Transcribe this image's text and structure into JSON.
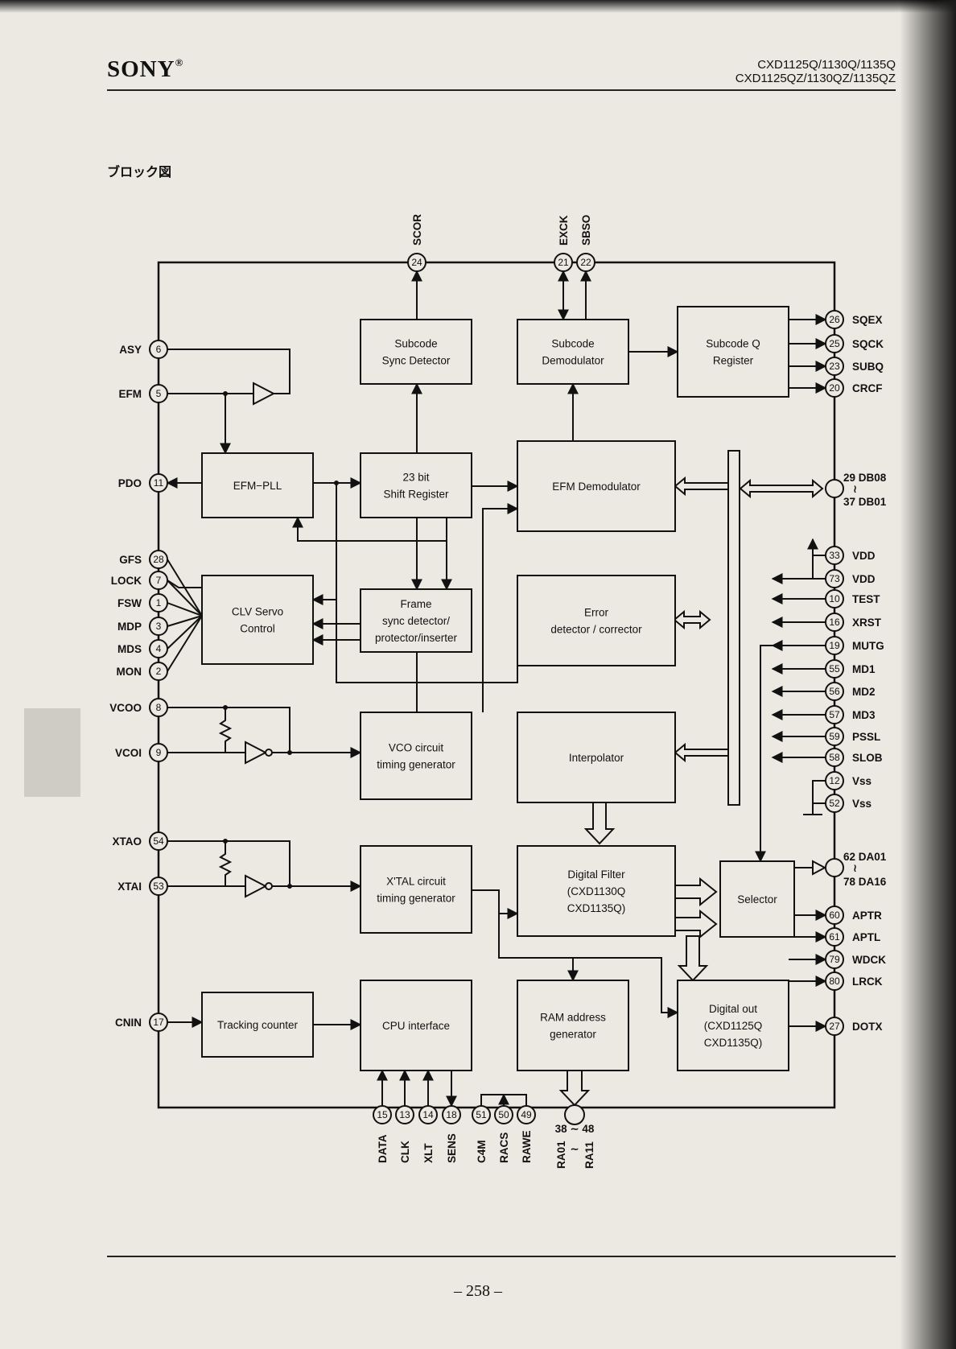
{
  "header": {
    "brand": "SONY",
    "part_line1": "CXD1125Q/1130Q/1135Q",
    "part_line2": "CXD1125QZ/1130QZ/1135QZ"
  },
  "section_title": "ブロック図",
  "blocks": {
    "subcode_sync": [
      "Subcode",
      "Sync Detector"
    ],
    "subcode_demod": [
      "Subcode",
      "Demodulator"
    ],
    "subcode_q": [
      "Subcode Q",
      "Register"
    ],
    "efm_pll": [
      "EFM−PLL"
    ],
    "shift_reg": [
      "23 bit",
      "Shift Register"
    ],
    "efm_demod": [
      "EFM Demodulator"
    ],
    "clv_servo": [
      "CLV Servo",
      "Control"
    ],
    "frame_sync": [
      "Frame",
      "sync detector/",
      "protector/inserter"
    ],
    "error_det": [
      "Error",
      "detector / corrector"
    ],
    "vco_circuit": [
      "VCO circuit",
      "timing generator"
    ],
    "interpolator": [
      "Interpolator"
    ],
    "xtal_circuit": [
      "X'TAL circuit",
      "timing generator"
    ],
    "digital_filter": [
      "Digital Filter",
      "(CXD1130Q",
      "CXD1135Q)"
    ],
    "selector": [
      "Selector"
    ],
    "tracking": [
      "Tracking counter"
    ],
    "cpu_if": [
      "CPU interface"
    ],
    "ram_addr": [
      "RAM address",
      "generator"
    ],
    "digital_out": [
      "Digital out",
      "(CXD1125Q",
      "CXD1135Q)"
    ]
  },
  "pins_left": [
    {
      "name": "ASY",
      "num": "6"
    },
    {
      "name": "EFM",
      "num": "5"
    },
    {
      "name": "PDO",
      "num": "11"
    },
    {
      "name": "GFS",
      "num": "28"
    },
    {
      "name": "LOCK",
      "num": "7"
    },
    {
      "name": "FSW",
      "num": "1"
    },
    {
      "name": "MDP",
      "num": "3"
    },
    {
      "name": "MDS",
      "num": "4"
    },
    {
      "name": "MON",
      "num": "2"
    },
    {
      "name": "VCOO",
      "num": "8"
    },
    {
      "name": "VCOI",
      "num": "9"
    },
    {
      "name": "XTAO",
      "num": "54"
    },
    {
      "name": "XTAI",
      "num": "53"
    },
    {
      "name": "CNIN",
      "num": "17"
    }
  ],
  "pins_top": [
    {
      "name": "SCOR",
      "num": "24"
    },
    {
      "name": "EXCK",
      "num": "21"
    },
    {
      "name": "SBSO",
      "num": "22"
    }
  ],
  "pins_right": [
    {
      "name": "SQEX",
      "num": "26"
    },
    {
      "name": "SQCK",
      "num": "25"
    },
    {
      "name": "SUBQ",
      "num": "23"
    },
    {
      "name": "CRCF",
      "num": "20"
    },
    {
      "name": "VDD",
      "num": "33"
    },
    {
      "name": "VDD",
      "num": "73"
    },
    {
      "name": "TEST",
      "num": "10"
    },
    {
      "name": "XRST",
      "num": "16"
    },
    {
      "name": "MUTG",
      "num": "19"
    },
    {
      "name": "MD1",
      "num": "55"
    },
    {
      "name": "MD2",
      "num": "56"
    },
    {
      "name": "MD3",
      "num": "57"
    },
    {
      "name": "PSSL",
      "num": "59"
    },
    {
      "name": "SLOB",
      "num": "58"
    },
    {
      "name": "Vss",
      "num": "12"
    },
    {
      "name": "Vss",
      "num": "52"
    },
    {
      "name": "APTR",
      "num": "60"
    },
    {
      "name": "APTL",
      "num": "61"
    },
    {
      "name": "WDCK",
      "num": "79"
    },
    {
      "name": "LRCK",
      "num": "80"
    },
    {
      "name": "DOTX",
      "num": "27"
    }
  ],
  "bus_right": {
    "db_top": "29 DB08",
    "db_bot": "37 DB01",
    "da_top": "62 DA01",
    "da_bot": "78 DA16"
  },
  "pins_bottom": [
    {
      "name": "DATA",
      "num": "15"
    },
    {
      "name": "CLK",
      "num": "13"
    },
    {
      "name": "XLT",
      "num": "14"
    },
    {
      "name": "SENS",
      "num": "18"
    },
    {
      "name": "C4M",
      "num": "51"
    },
    {
      "name": "RACS",
      "num": "50"
    },
    {
      "name": "RAWE",
      "num": "49"
    }
  ],
  "bus_bottom": {
    "range": "38 ∼ 48",
    "ra_top": "RA01",
    "ra_mid": "∼",
    "ra_bot": "RA11"
  },
  "page_number": "– 258 –"
}
